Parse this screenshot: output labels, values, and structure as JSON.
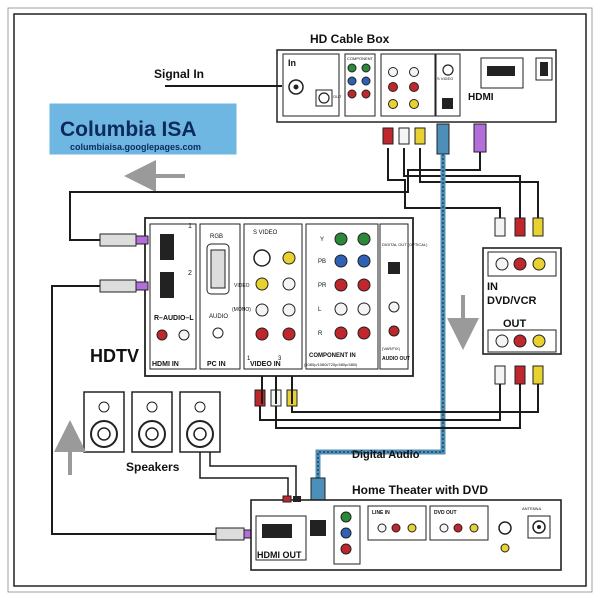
{
  "cable_box": {
    "title": "HD Cable Box",
    "in_label": "In",
    "out_label": "OUT",
    "component_label": "COMPONENT",
    "svideo_label": "S VIDEO",
    "hdmi_label": "HDMI"
  },
  "signal_in": "Signal In",
  "brand": {
    "name": "Columbia ISA",
    "url": "columbiaisa.googlepages.com"
  },
  "tv": {
    "title": "HDTV",
    "rgb_label": "RGB",
    "svideo_label": "S VIDEO",
    "video_label": "VIDEO",
    "audio_lr_label": "R–AUDIO–L",
    "pc_audio_label": "AUDIO",
    "mono_label": "(MONO)",
    "hdmi_in_label": "HDMI IN",
    "pc_in_label": "PC IN",
    "video_in_label": "VIDEO IN",
    "component_in_label": "COMPONENT IN",
    "component_res_label": "(1080p/1080i/720p/480p/480i)",
    "digital_out_label": "DIGITAL OUT (OPTICAL)",
    "varfix_label": "(VAR/FIX)",
    "audio_out_label": "AUDIO OUT",
    "y_label": "Y",
    "pb_label": "PB",
    "pr_label": "PR",
    "port_1": "1",
    "port_2": "2",
    "port_3": "3",
    "port_l": "L",
    "port_r": "R"
  },
  "dvd_vcr": {
    "in_label": "IN",
    "title": "DVD/VCR",
    "out_label": "OUT"
  },
  "speakers_label": "Speakers",
  "digital_audio_label": "Digital Audio",
  "home_theater": {
    "title": "Home Theater with DVD",
    "hdmi_out_label": "HDMI OUT",
    "line_in_label": "LINE IN",
    "dvd_out_label": "DVD OUT",
    "antenna_label": "ANTENNA"
  },
  "colors": {
    "panel_fill": "#ffffff",
    "panel_stroke": "#222222",
    "brand_box": "#6fb7e3",
    "brand_text": "#0d2a5c",
    "cable": "#1b1b1b",
    "optical_cable": "#4c8fb8",
    "red_jack": "#c0272d",
    "green_jack": "#2a8a3a",
    "blue_jack": "#2f62b5",
    "yellow_jack": "#e8d230",
    "white_jack": "#f4f4f4",
    "arrow_gray": "#9a9a9a"
  }
}
